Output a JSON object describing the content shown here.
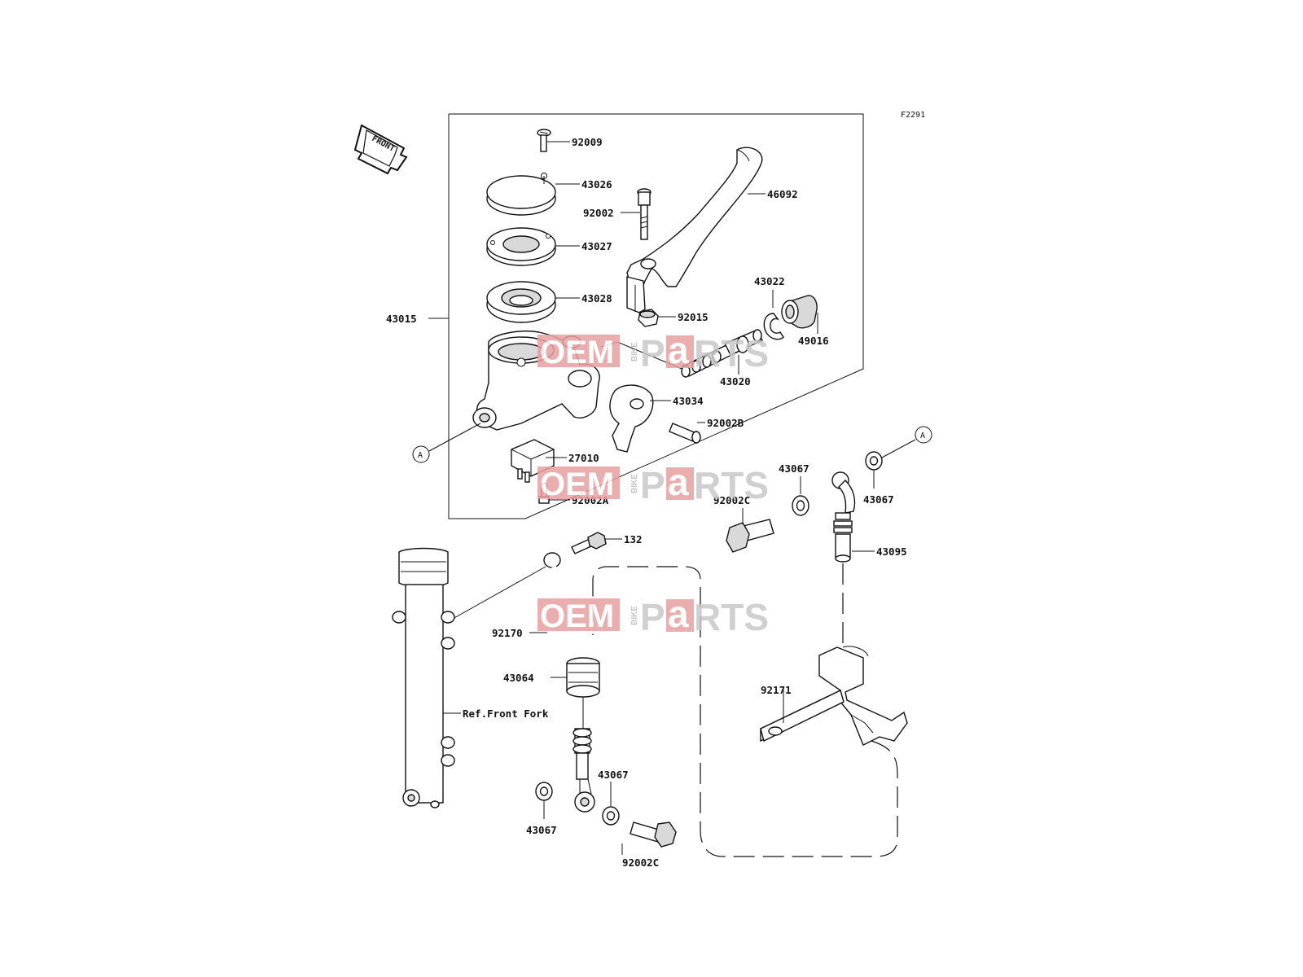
{
  "diagram": {
    "code": "F2291",
    "front_arrow_text": "FRONT",
    "ref_label": "Ref.Front Fork",
    "connector_letter": "A",
    "parts": {
      "p92009": "92009",
      "p43026": "43026",
      "p46092": "46092",
      "p92002": "92002",
      "p43027": "43027",
      "p43028": "43028",
      "p43022": "43022",
      "p92015": "92015",
      "p49016": "49016",
      "p43015": "43015",
      "p43020": "43020",
      "p43034": "43034",
      "p92002B": "92002B",
      "p27010": "27010",
      "p92002A": "92002A",
      "p43067a": "43067",
      "p43067b": "43067",
      "p92002C_top": "92002C",
      "p43095": "43095",
      "p132": "132",
      "p92170": "92170",
      "p43064": "43064",
      "p92171": "92171",
      "p43067c": "43067",
      "p43067d": "43067",
      "p92002C_bottom": "92002C"
    }
  },
  "watermark": {
    "box_text": "OEM",
    "side_text": "BIKE",
    "main_text_1": "P",
    "main_text_2": "a",
    "main_text_3": "RTS",
    "box_color": "#e8a0a0",
    "text_color": "#c8c8c8",
    "accent_color": "#e8a0a0"
  }
}
